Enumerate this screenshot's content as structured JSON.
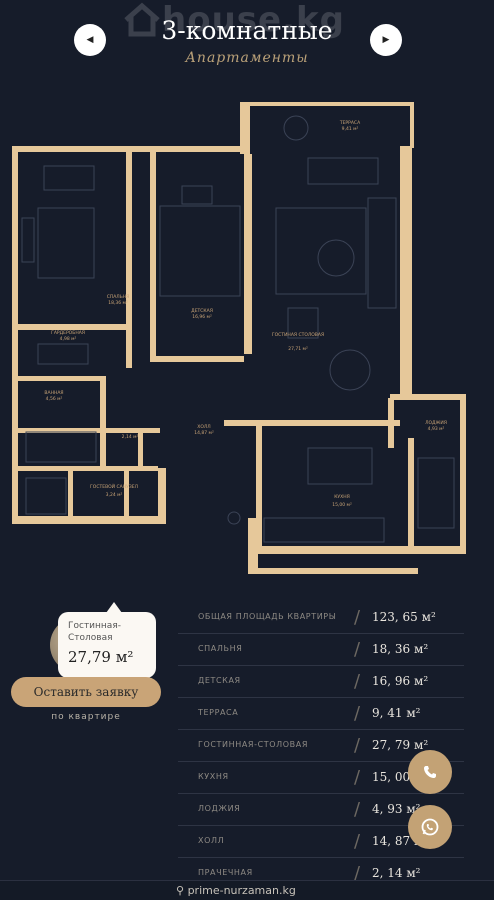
{
  "header": {
    "title": "3-комнатные",
    "subtitle": "Апартаменты",
    "watermark": "house.kg",
    "prev_icon": "chevron-left-icon",
    "next_icon": "chevron-right-icon"
  },
  "plan": {
    "rooms": [
      {
        "name": "СПАЛЬНЯ",
        "area": "18,36 м²"
      },
      {
        "name": "ДЕТСКАЯ",
        "area": "16,96 м²"
      },
      {
        "name": "ТЕРРАСА",
        "area": "9,41 м²"
      },
      {
        "name": "ГОСТИНАЯ СТОЛОВАЯ",
        "area": "27,71 м²"
      },
      {
        "name": "ГАРДЕРОБНАЯ",
        "area": "4,98 м²"
      },
      {
        "name": "ВАННАЯ",
        "area": "4,56 м²"
      },
      {
        "name": "ХОЛЛ",
        "area": "14,87 м²"
      },
      {
        "name": "ЛОДЖИЯ",
        "area": "4,93 м²"
      },
      {
        "name": "КУХНЯ",
        "area": "15,00 м²"
      },
      {
        "name": "ГОСТЕВОЙ САНУЗЕЛ",
        "area": "3,24 м²"
      },
      {
        "name": "",
        "area": "2,14 м²"
      }
    ],
    "accent_color": "#d9b98a",
    "wall_color": "#e6c89a"
  },
  "tooltip": {
    "label": "Гостинная-Столовая",
    "value": "27,79 м²"
  },
  "cta": {
    "label": "Оставить заявку",
    "sublabel": "по квартире"
  },
  "specs": [
    {
      "label": "ОБЩАЯ ПЛОЩАДЬ КВАРТИРЫ",
      "value": "123, 65 м²"
    },
    {
      "label": "СПАЛЬНЯ",
      "value": "18, 36 м²"
    },
    {
      "label": "ДЕТСКАЯ",
      "value": "16, 96 м²"
    },
    {
      "label": "ТЕРРАСА",
      "value": "9, 41 м²"
    },
    {
      "label": "ГОСТИННАЯ-СТОЛОВАЯ",
      "value": "27, 79 м²"
    },
    {
      "label": "КУХНЯ",
      "value": "15, 00 м²"
    },
    {
      "label": "ЛОДЖИЯ",
      "value": "4, 93 м²"
    },
    {
      "label": "ХОЛЛ",
      "value": "14, 87 м²"
    },
    {
      "label": "ПРАЧЕЧНАЯ",
      "value": "2, 14 м²"
    }
  ],
  "fabs": {
    "call_icon": "phone-icon",
    "whatsapp_icon": "whatsapp-icon"
  },
  "footer": {
    "text": "prime-nurzaman.kg",
    "icon": "location-pin-icon"
  },
  "colors": {
    "background": "#161c2a",
    "gold": "#c9a477"
  }
}
